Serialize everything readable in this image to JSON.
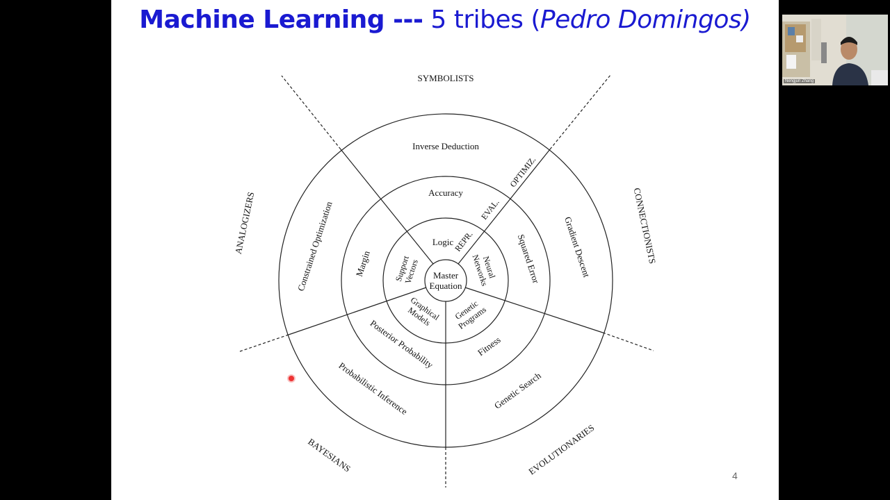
{
  "slide": {
    "title_bold": "Machine Learning ---",
    "title_plain": " 5 tribes (",
    "title_italic": "Pedro Domingos)",
    "page_number": "4"
  },
  "diagram": {
    "tribes": {
      "symbolists": "SYMBOLISTS",
      "connectionists": "CONNECTIONISTS",
      "evolutionaries": "EVOLUTIONARIES",
      "bayesians": "BAYESIANS",
      "analogizers": "ANALOGIZERS"
    },
    "center": {
      "line1": "Master",
      "line2": "Equation"
    },
    "representation": {
      "logic": "Logic",
      "neural_line1": "Neural",
      "neural_line2": "Networks",
      "genetic_line1": "Genetic",
      "genetic_line2": "Programs",
      "graphical_line1": "Graphical",
      "graphical_line2": "Models",
      "support_line1": "Support",
      "support_line2": "Vectors"
    },
    "evaluation": {
      "accuracy": "Accuracy",
      "squared_error": "Squared Error",
      "fitness": "Fitness",
      "posterior": "Posterior Probability",
      "margin": "Margin"
    },
    "optimization": {
      "inverse_deduction": "Inverse Deduction",
      "gradient_descent": "Gradient Descent",
      "genetic_search": "Genetic Search",
      "probabilistic_inference": "Probabilistic Inference",
      "constrained_optimization": "Constrained Optimization"
    },
    "axis_labels": {
      "repr": "REPR.",
      "eval": "EVAL.",
      "optimiz": "OPTIMIZ."
    }
  },
  "webcam": {
    "participant_name": "Nengjun Zhang"
  }
}
